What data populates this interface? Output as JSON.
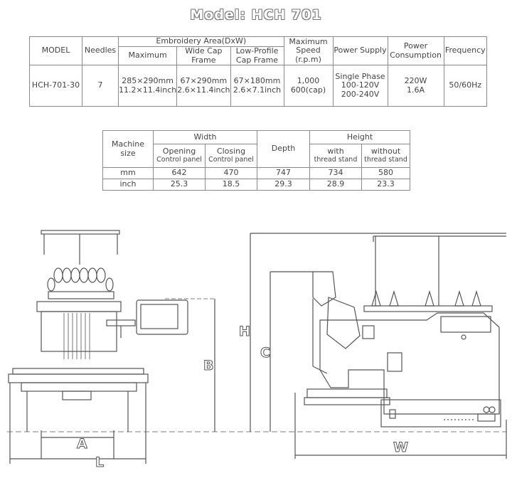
{
  "title": "Model: HCH 701",
  "spec_table": {
    "headers": {
      "model": "MODEL",
      "needles": "Needles",
      "embroidery_area": "Embroidery Area(DxW)",
      "maximum": "Maximum",
      "wide_cap_frame": "Wide Cap Frame",
      "low_profile_cap_frame": "Low-Profile Cap Frame",
      "max_speed": "Maximum Speed (r.p.m)",
      "power_supply": "Power Supply",
      "power_consumption": "Power Consumption",
      "frequency": "Frequency"
    },
    "row": {
      "model": "HCH-701-30",
      "needles": "7",
      "maximum_mm": "285×290mm",
      "maximum_inch": "11.2×11.4inch",
      "wide_mm": "67×290mm",
      "wide_inch": "2.6×11.4inch",
      "low_mm": "67×180mm",
      "low_inch": "2.6×7.1inch",
      "speed": "1,000",
      "speed_cap": "600(cap)",
      "power_supply_1": "Single Phase",
      "power_supply_2": "100-120V",
      "power_supply_3": "200-240V",
      "consumption_1": "220W",
      "consumption_2": "1.6A",
      "frequency": "50/60Hz"
    }
  },
  "size_table": {
    "headers": {
      "machine_size": "Machine size",
      "width": "Width",
      "opening": "Opening",
      "opening_sub": "Control panel",
      "closing": "Closing",
      "closing_sub": "Control panel",
      "depth": "Depth",
      "height": "Height",
      "with": "with",
      "with_sub": "thread stand",
      "without": "without",
      "without_sub": "thread stand"
    },
    "rows": [
      {
        "unit": "mm",
        "opening": "642",
        "closing": "470",
        "depth": "747",
        "with": "734",
        "without": "580"
      },
      {
        "unit": "inch",
        "opening": "25.3",
        "closing": "18.5",
        "depth": "29.3",
        "with": "28.9",
        "without": "23.3"
      }
    ]
  },
  "drawing": {
    "label_a": "A",
    "label_b": "B",
    "label_c": "C",
    "label_h": "H",
    "label_l": "L",
    "label_w": "W"
  }
}
